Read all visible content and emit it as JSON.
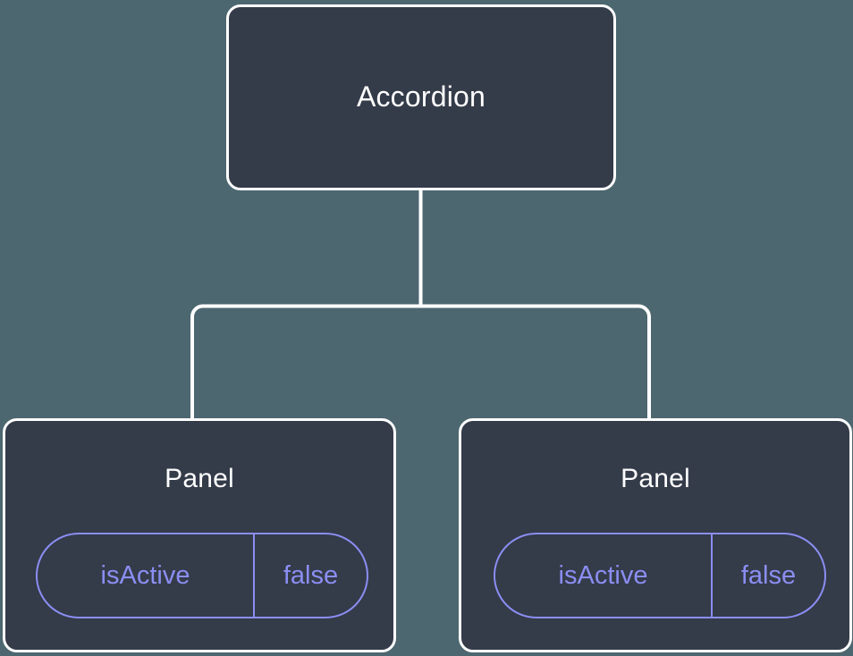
{
  "diagram": {
    "type": "component-tree",
    "background_color": "#4d6770",
    "node_fill_color": "#343b49",
    "node_border_color": "#ffffff",
    "edge_color": "#ffffff",
    "title_text_color": "#ffffff",
    "state_accent_color": "#8b8ef2",
    "root": {
      "id": "accordion",
      "title": "Accordion"
    },
    "children": [
      {
        "id": "panel-left",
        "title": "Panel",
        "state": {
          "key": "isActive",
          "value": "false"
        }
      },
      {
        "id": "panel-right",
        "title": "Panel",
        "state": {
          "key": "isActive",
          "value": "false"
        }
      }
    ],
    "edges": [
      {
        "from": "accordion",
        "to": "panel-left"
      },
      {
        "from": "accordion",
        "to": "panel-right"
      }
    ]
  }
}
